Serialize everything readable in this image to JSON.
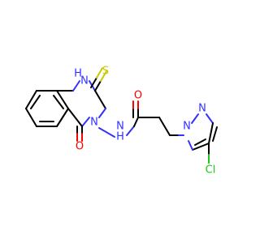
{
  "molecule": {
    "atoms": {
      "n1h": {
        "label": "H\nN"
      },
      "s": {
        "label": "S",
        "color": "#c9c900"
      },
      "n3": {
        "label": "N",
        "color": "#3232ff"
      },
      "o_ring": {
        "label": "O",
        "color": "#ff0000"
      },
      "nh_amide": {
        "label": "N\nH",
        "color": "#3232ff"
      },
      "o_amide": {
        "label": "O",
        "color": "#ff0000"
      },
      "n_pyr1": {
        "label": "N",
        "color": "#3232ff"
      },
      "n_pyr2": {
        "label": "N",
        "color": "#3232ff"
      },
      "cl": {
        "label": "Cl",
        "color": "#19c919"
      }
    }
  }
}
